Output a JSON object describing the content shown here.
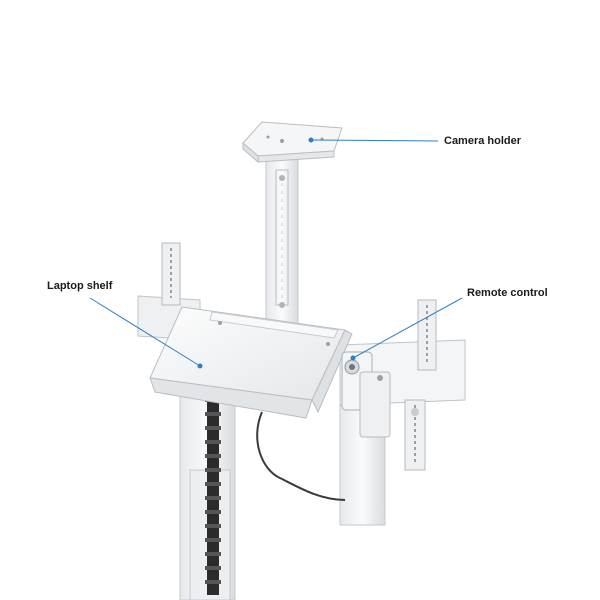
{
  "callouts": {
    "camera_holder": "Camera holder",
    "laptop_shelf": "Laptop shelf",
    "remote_control": "Remote control"
  },
  "colors": {
    "background": "#ffffff",
    "metal": "#f1f3f5",
    "metal_shadow": "#cfd4d9",
    "outline": "#aab0b6",
    "leader_line": "#2f7fc1",
    "cable": "#3a3a3a"
  }
}
